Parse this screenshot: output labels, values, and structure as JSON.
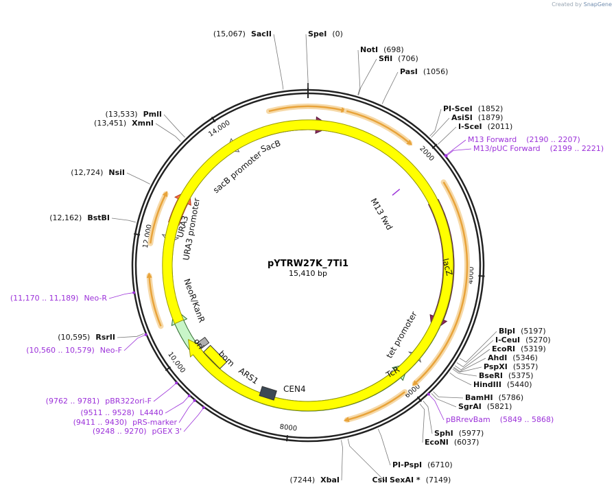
{
  "credit": {
    "prefix": "Created by",
    "brand": "SnapGene"
  },
  "plasmid": {
    "name": "pYTRW27K_7Ti1",
    "size": "15,410 bp",
    "length": 15410
  },
  "ticks": [
    {
      "pos": 2000,
      "label": "2000"
    },
    {
      "pos": 4000,
      "label": "4000"
    },
    {
      "pos": 6000,
      "label": "6000"
    },
    {
      "pos": 8000,
      "label": "8000"
    },
    {
      "pos": 10000,
      "label": "10,000"
    },
    {
      "pos": 12000,
      "label": "12,000"
    },
    {
      "pos": 14000,
      "label": "14,000"
    }
  ],
  "sites": [
    {
      "name": "SpeI",
      "coord": "(0)",
      "pos": 0
    },
    {
      "name": "NotI",
      "coord": "(698)",
      "pos": 698
    },
    {
      "name": "SfiI",
      "coord": "(706)",
      "pos": 706
    },
    {
      "name": "PasI",
      "coord": "(1056)",
      "pos": 1056
    },
    {
      "name": "PI-SceI",
      "coord": "(1852)",
      "pos": 1852
    },
    {
      "name": "AsiSI",
      "coord": "(1879)",
      "pos": 1879
    },
    {
      "name": "I-SceI",
      "coord": "(2011)",
      "pos": 2011
    },
    {
      "name": "BlpI",
      "coord": "(5197)",
      "pos": 5197
    },
    {
      "name": "I-CeuI",
      "coord": "(5270)",
      "pos": 5270
    },
    {
      "name": "EcoRI",
      "coord": "(5319)",
      "pos": 5319
    },
    {
      "name": "AhdI",
      "coord": "(5346)",
      "pos": 5346
    },
    {
      "name": "PspXI",
      "coord": "(5357)",
      "pos": 5357
    },
    {
      "name": "BseRI",
      "coord": "(5375)",
      "pos": 5375
    },
    {
      "name": "HindIII",
      "coord": "(5440)",
      "pos": 5440
    },
    {
      "name": "BamHI",
      "coord": "(5786)",
      "pos": 5786
    },
    {
      "name": "SgrAI",
      "coord": "(5821)",
      "pos": 5821
    },
    {
      "name": "SphI",
      "coord": "(5977)",
      "pos": 5977
    },
    {
      "name": "EcoNI",
      "coord": "(6037)",
      "pos": 6037
    },
    {
      "name": "PI-PspI",
      "coord": "(6710)",
      "pos": 6710
    },
    {
      "name": "SexAI *",
      "coord": "(7149)",
      "pos": 7149
    },
    {
      "name": "CsiI",
      "coord": "",
      "pos": 7149
    },
    {
      "name": "XbaI",
      "coord": "(7244)",
      "pos": 7244
    },
    {
      "name": "RsrII",
      "coord": "(10,595)",
      "pos": 10595
    },
    {
      "name": "BstBI",
      "coord": "(12,162)",
      "pos": 12162
    },
    {
      "name": "NsiI",
      "coord": "(12,724)",
      "pos": 12724
    },
    {
      "name": "XmnI",
      "coord": "(13,451)",
      "pos": 13451
    },
    {
      "name": "PmlI",
      "coord": "(13,533)",
      "pos": 13533
    },
    {
      "name": "SacII",
      "coord": "(15,067)",
      "pos": 15067
    }
  ],
  "primers": [
    {
      "name": "M13 Forward",
      "coord": "(2190 .. 2207)",
      "pos": 2198
    },
    {
      "name": "M13/pUC Forward",
      "coord": "(2199 .. 2221)",
      "pos": 2210
    },
    {
      "name": "pBRrevBam",
      "coord": "(5849 .. 5868)",
      "pos": 5858
    },
    {
      "name": "pGEX 3'",
      "coord": "(9248 .. 9270)",
      "pos": 9259
    },
    {
      "name": "pRS-marker",
      "coord": "(9411 .. 9430)",
      "pos": 9420
    },
    {
      "name": "L4440",
      "coord": "(9511 .. 9528)",
      "pos": 9519
    },
    {
      "name": "pBR322ori-F",
      "coord": "(9762 .. 9781)",
      "pos": 9771
    },
    {
      "name": "Neo-F",
      "coord": "(10,560 .. 10,579)",
      "pos": 10570
    },
    {
      "name": "Neo-R",
      "coord": "(11,170 .. 11,189)",
      "pos": 11179
    }
  ],
  "features": [
    {
      "name": "SacB",
      "color": "#8b2a5e"
    },
    {
      "name": "sacB promoter",
      "color": "#ffffff"
    },
    {
      "name": "M13 fwd",
      "color": "#9b30d9"
    },
    {
      "name": "lacZ",
      "color": "#8b2a5e"
    },
    {
      "name": "tet promoter",
      "color": "#ffffff"
    },
    {
      "name": "TcR",
      "color": "#c8f5c8"
    },
    {
      "name": "CEN4",
      "color": "#3d4a55"
    },
    {
      "name": "ARS1",
      "color": "#ffff00"
    },
    {
      "name": "bom",
      "color": "#b0b0b0"
    },
    {
      "name": "ori",
      "color": "#ffff00"
    },
    {
      "name": "NeoR/KanR",
      "color": "#c8f5c8"
    },
    {
      "name": "URA3",
      "color": "#ff7043"
    },
    {
      "name": "URA3 promoter",
      "color": "#ffffff"
    }
  ],
  "colors": {
    "backbone": "#222222",
    "orf": "#e8a33a",
    "orf_glow": "#f6d9a8",
    "primer": "#9b30d9",
    "green": "#2e8b2e"
  }
}
